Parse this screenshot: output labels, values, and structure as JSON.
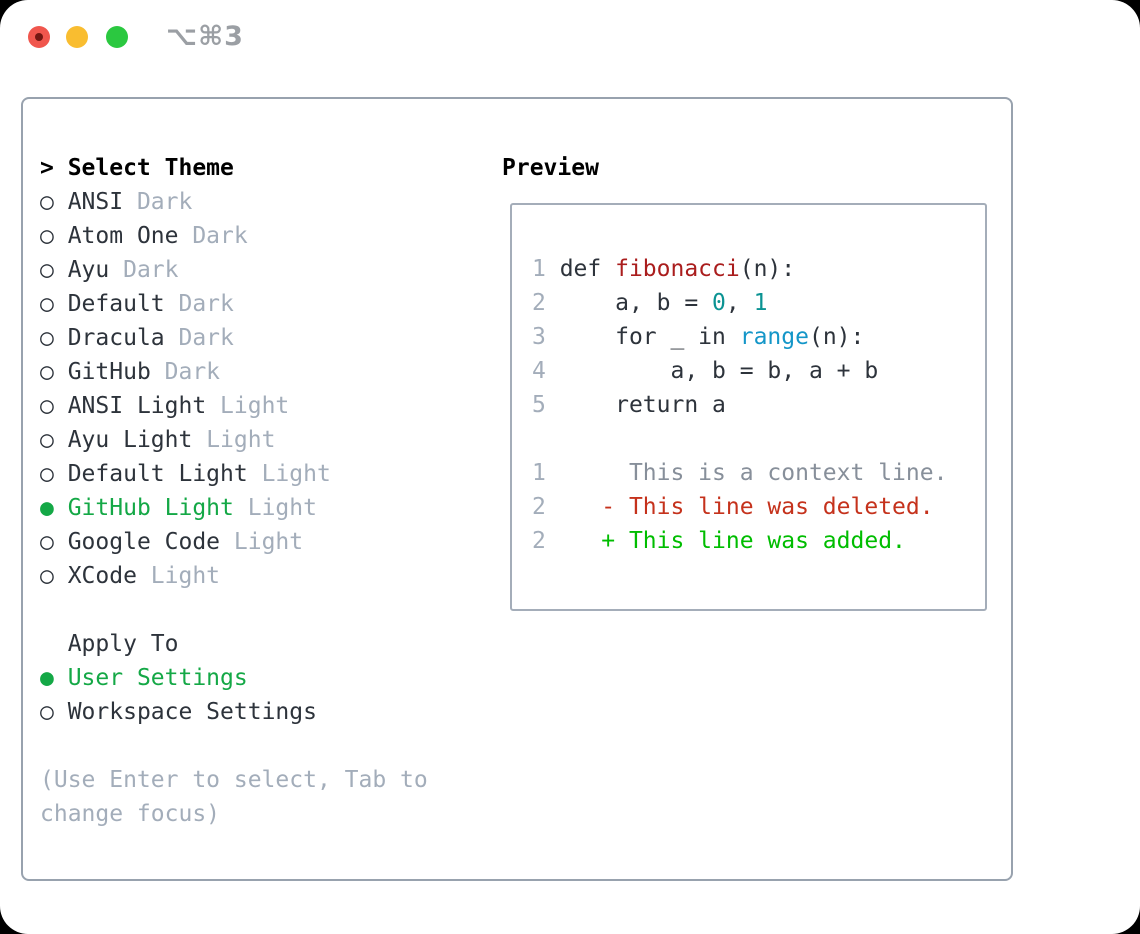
{
  "window": {
    "title": "⌥⌘3",
    "traffic_lights": {
      "close": "red",
      "minimize": "yellow",
      "zoom": "green"
    }
  },
  "colors": {
    "text": "#2d333b",
    "header": "#000000",
    "muted": "#a3adba",
    "context": "#878f9a",
    "selected_green": "#14a846",
    "added_green": "#00bd00",
    "deleted_red": "#c5321c",
    "function_red": "#aa1d1d",
    "number_teal": "#0b9393",
    "builtin_blue": "#1496c8",
    "panel_border": "#98a2ae",
    "titlebar_text": "#9b9fa4"
  },
  "theme_selector": {
    "header_prefix": ">",
    "header": "Select Theme",
    "unselected_glyph": "○",
    "selected_glyph": "●",
    "themes": [
      {
        "name": "ANSI",
        "variant": "Dark",
        "selected": false
      },
      {
        "name": "Atom One",
        "variant": "Dark",
        "selected": false
      },
      {
        "name": "Ayu",
        "variant": "Dark",
        "selected": false
      },
      {
        "name": "Default",
        "variant": "Dark",
        "selected": false
      },
      {
        "name": "Dracula",
        "variant": "Dark",
        "selected": false
      },
      {
        "name": "GitHub",
        "variant": "Dark",
        "selected": false
      },
      {
        "name": "ANSI Light",
        "variant": "Light",
        "selected": false
      },
      {
        "name": "Ayu Light",
        "variant": "Light",
        "selected": false
      },
      {
        "name": "Default Light",
        "variant": "Light",
        "selected": false
      },
      {
        "name": "GitHub Light",
        "variant": "Light",
        "selected": true
      },
      {
        "name": "Google Code",
        "variant": "Light",
        "selected": false
      },
      {
        "name": "XCode",
        "variant": "Light",
        "selected": false
      }
    ],
    "apply_to": {
      "label": "Apply To",
      "options": [
        {
          "name": "User Settings",
          "selected": true
        },
        {
          "name": "Workspace Settings",
          "selected": false
        }
      ]
    },
    "footer_lines": [
      "(Use Enter to select, Tab to",
      "change focus)"
    ]
  },
  "preview": {
    "title": "Preview",
    "lines": [
      {
        "num": "1",
        "kind": "code",
        "parts": [
          {
            "t": "def ",
            "c": "text"
          },
          {
            "t": "fibonacci",
            "c": "function_red"
          },
          {
            "t": "(n):",
            "c": "text"
          }
        ]
      },
      {
        "num": "2",
        "kind": "code",
        "parts": [
          {
            "t": "    a, b = ",
            "c": "text"
          },
          {
            "t": "0",
            "c": "number_teal"
          },
          {
            "t": ", ",
            "c": "text"
          },
          {
            "t": "1",
            "c": "number_teal"
          }
        ]
      },
      {
        "num": "3",
        "kind": "code",
        "parts": [
          {
            "t": "    for _ in ",
            "c": "text"
          },
          {
            "t": "range",
            "c": "builtin_blue"
          },
          {
            "t": "(n):",
            "c": "text"
          }
        ]
      },
      {
        "num": "4",
        "kind": "code",
        "parts": [
          {
            "t": "        a, b = b, a + b",
            "c": "text"
          }
        ]
      },
      {
        "num": "5",
        "kind": "code",
        "parts": [
          {
            "t": "    return a",
            "c": "text"
          }
        ]
      },
      {
        "num": "",
        "kind": "blank",
        "parts": []
      },
      {
        "num": "1",
        "kind": "diff-context",
        "parts": [
          {
            "t": "     This is a context line.",
            "c": "context"
          }
        ]
      },
      {
        "num": "2",
        "kind": "diff-deleted",
        "parts": [
          {
            "t": "   - This line was deleted.",
            "c": "deleted_red"
          }
        ]
      },
      {
        "num": "2",
        "kind": "diff-added",
        "parts": [
          {
            "t": "   + This line was added.",
            "c": "added_green"
          }
        ]
      }
    ]
  }
}
